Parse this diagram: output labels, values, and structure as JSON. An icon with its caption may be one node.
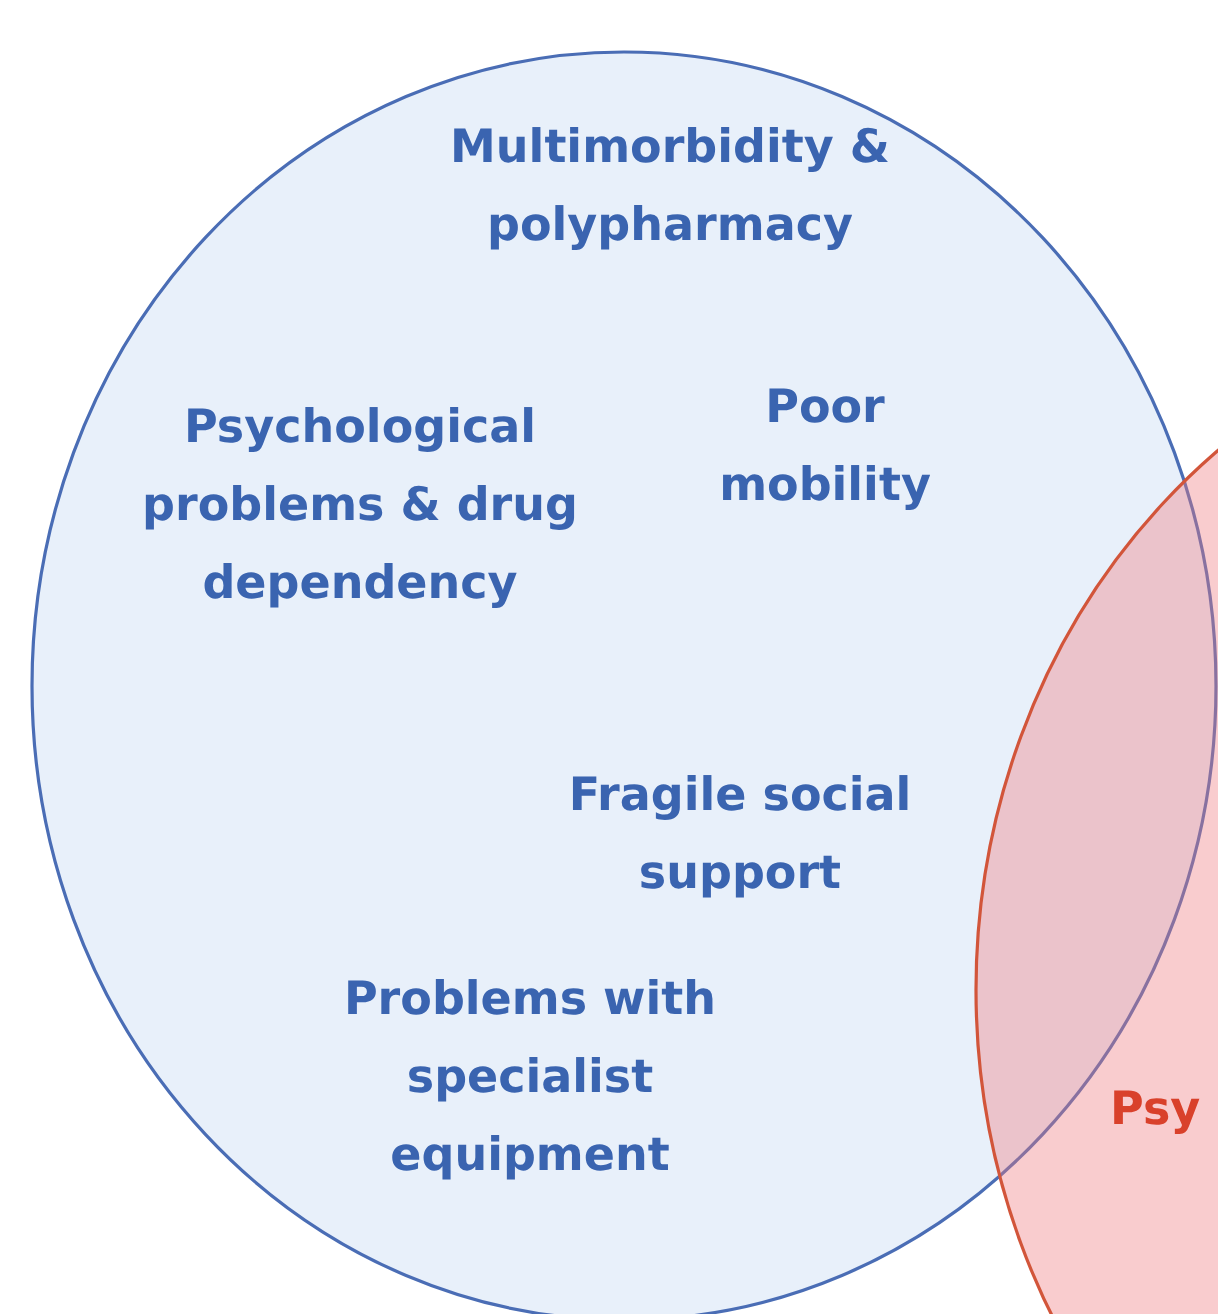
{
  "diagram": {
    "nodes": [
      {
        "text": [
          "Multimorbidity & polypharmacy",
          "Psychological problems & drug dependency",
          "Poor mobility",
          "Fragile social support",
          "Problems with specialist equipment"
        ]
      },
      {
        "text": [
          "Psy"
        ]
      }
    ]
  }
}
